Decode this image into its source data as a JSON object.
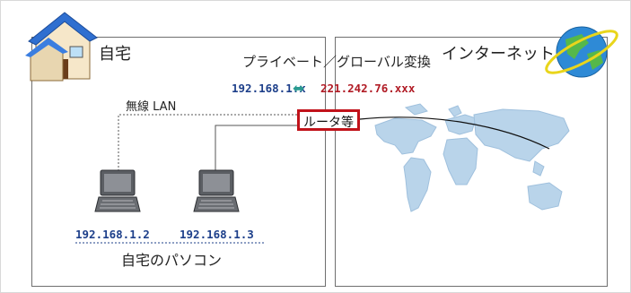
{
  "home": {
    "label": "自宅"
  },
  "conversion": {
    "label": "プライベート／グローバル変換"
  },
  "internet": {
    "label": "インターネット"
  },
  "addresses": {
    "private": "192.168.1.x",
    "global": "221.242.76.xxx"
  },
  "network": {
    "wireless_label": "無線 LAN",
    "router_label": "ルータ等"
  },
  "computers": {
    "items": [
      {
        "ip": "192.168.1.2"
      },
      {
        "ip": "192.168.1.3"
      }
    ],
    "caption": "自宅のパソコン"
  },
  "colors": {
    "private_ip": "#1d3f8a",
    "global_ip": "#b11b25",
    "router_border": "#c1121a",
    "swap_arrow": "#2a9b91",
    "map_fill": "#b9d4ea"
  },
  "icons": {
    "house": "house-icon",
    "globe": "globe-icon",
    "laptop": "laptop-icon",
    "world_map": "world-map-icon"
  }
}
